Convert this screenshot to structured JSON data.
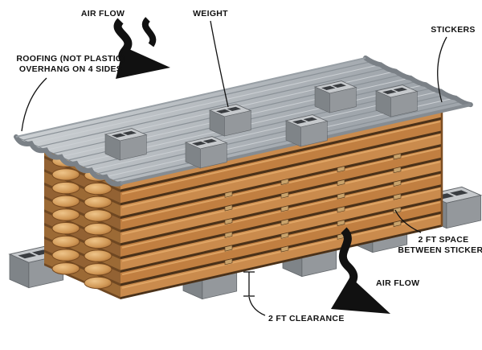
{
  "diagram": {
    "labels": {
      "air_flow_top": "AIR FLOW",
      "weight": "WEIGHT",
      "stickers": "STICKERS",
      "roofing_line1": "ROOFING (NOT PLASTIC)",
      "roofing_line2": "OVERHANG ON 4 SIDES",
      "sticker_space_line1": "2 FT SPACE",
      "sticker_space_line2": "BETWEEN STICKERS",
      "air_flow_bottom": "AIR FLOW",
      "clearance": "2 FT CLEARANCE"
    },
    "colors": {
      "wood": "#c58347",
      "wood_dark": "#7d4e22",
      "wood_light": "#e3aa6a",
      "roof": "#aeb4b9",
      "cinder_block": "#9a9ea2",
      "ink": "#111111"
    }
  }
}
